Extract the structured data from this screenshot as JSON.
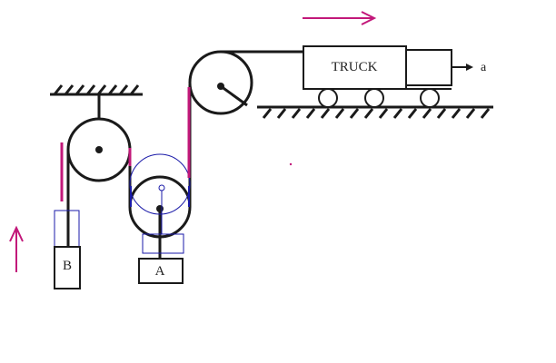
{
  "labels": {
    "truck": "TRUCK",
    "block_a": "A",
    "block_b": "B",
    "acceleration": "a"
  },
  "colors": {
    "ink": "#1a1a1a",
    "highlight": "#c2187a",
    "overlay": "#1a1aa8",
    "background": "#ffffff"
  }
}
